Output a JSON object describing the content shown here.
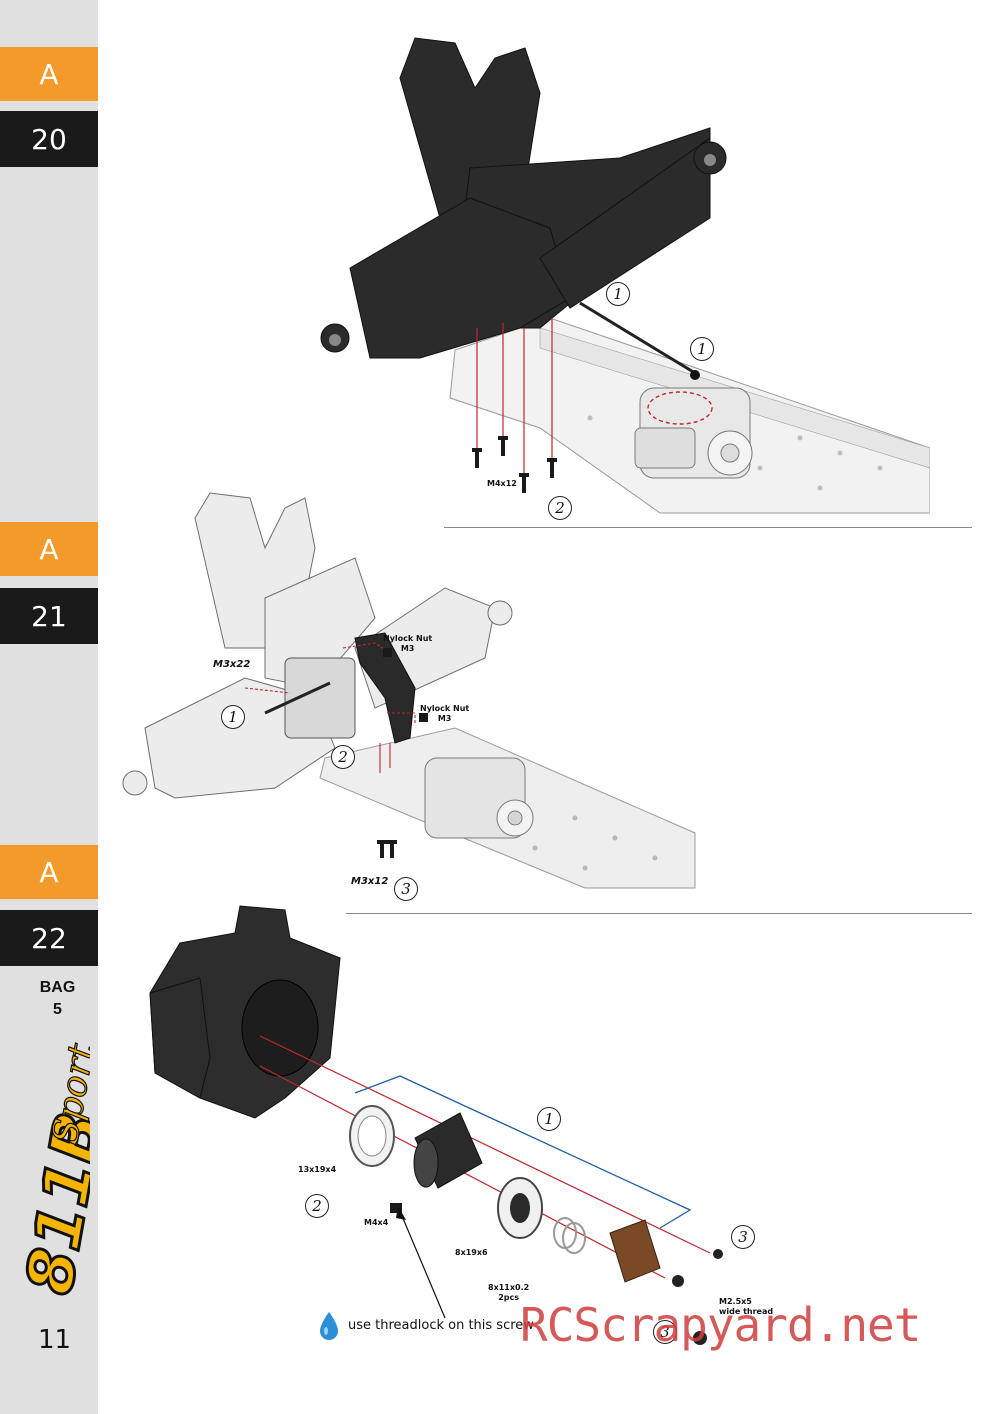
{
  "sidebar": {
    "steps": [
      {
        "letter": "A",
        "number": "20"
      },
      {
        "letter": "A",
        "number": "21"
      },
      {
        "letter": "A",
        "number": "22"
      }
    ],
    "bag_label": "BAG",
    "bag_number": "5",
    "brand_logo_text": "811B Sport",
    "page_number": "11"
  },
  "step_a20": {
    "screw_label": "M4x12",
    "callouts": [
      "1",
      "1",
      "2"
    ]
  },
  "step_a21": {
    "nut_top_label": "Nylock Nut\nM3",
    "nut_bottom_label": "Nylock Nut\nM3",
    "screw_left_label": "M3x22",
    "screw_bottom_label": "M3x12",
    "callouts": [
      "1",
      "2",
      "3"
    ]
  },
  "step_a22": {
    "bearing_large_label": "13x19x4",
    "setscrew_label": "M4x4",
    "bearing_small_label": "8x19x6",
    "shim_label": "8x11x0.2\n2pcs",
    "screw_label": "M2.5x5\nwide thread",
    "callouts": [
      "1",
      "2",
      "3",
      "3"
    ],
    "threadlock_note": "use threadlock on this screw"
  },
  "watermark": "RCScrapyard.net",
  "colors": {
    "accent_orange": "#f39a2b",
    "step_dark": "#1a1a1a",
    "sidebar_grey": "#e0e0e0",
    "guide_red": "#c0272d",
    "bracket_blue": "#1f5fa0",
    "watermark_red": "#cf3d3d",
    "drop_blue": "#2a8fd6"
  }
}
